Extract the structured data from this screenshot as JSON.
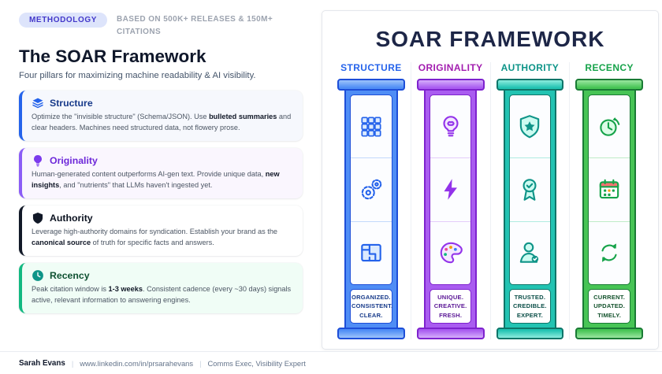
{
  "header": {
    "badge": "METHODOLOGY",
    "note": "BASED ON 500K+ RELEASES & 150M+ CITATIONS",
    "title": "The SOAR Framework",
    "subtitle": "Four pillars for maximizing machine readability & AI visibility."
  },
  "cards": [
    {
      "title": "Structure",
      "icon": "layers-icon",
      "accent": "#2563eb",
      "body_pre": "Optimize the \"invisible structure\" (Schema/JSON). Use ",
      "body_bold": "bulleted summaries",
      "body_post": " and clear headers. Machines need structured data, not flowery prose."
    },
    {
      "title": "Originality",
      "icon": "lightbulb-icon",
      "accent": "#8b5cf6",
      "body_pre": "Human-generated content outperforms AI-gen text. Provide unique data, ",
      "body_bold": "new insights",
      "body_post": ", and \"nutrients\" that LLMs haven't ingested yet."
    },
    {
      "title": "Authority",
      "icon": "shield-icon",
      "accent": "#111827",
      "body_pre": "Leverage high-authority domains for syndication. Establish your brand as the ",
      "body_bold": "canonical source",
      "body_post": " of truth for specific facts and answers."
    },
    {
      "title": "Recency",
      "icon": "clock-icon",
      "accent": "#12b981",
      "body_pre": "Peak citation window is ",
      "body_bold": "1-3 weeks",
      "body_post": ". Consistent cadence (every ~30 days) signals active, relevant information to answering engines."
    }
  ],
  "infographic": {
    "title": "SOAR FRAMEWORK",
    "title_color": "#1d2647",
    "pillars": [
      {
        "name": "STRUCTURE",
        "color": "#2563eb",
        "icons": [
          "grid-icon",
          "gears-icon",
          "blueprint-icon"
        ],
        "caption": [
          "ORGANIZED.",
          "CONSISTENT.",
          "CLEAR."
        ]
      },
      {
        "name": "ORIGINALITY",
        "color": "#a21caf",
        "icons": [
          "idea-bulb-icon",
          "lightning-icon",
          "palette-icon"
        ],
        "caption": [
          "UNIQUE.",
          "CREATIVE.",
          "FRESH."
        ]
      },
      {
        "name": "AUTHORITY",
        "color": "#0d9488",
        "icons": [
          "shield-star-icon",
          "medal-icon",
          "expert-icon"
        ],
        "caption": [
          "TRUSTED.",
          "CREDIBLE.",
          "EXPERT."
        ]
      },
      {
        "name": "RECENCY",
        "color": "#16a34a",
        "icons": [
          "clock-arrow-icon",
          "calendar-icon",
          "refresh-icon"
        ],
        "caption": [
          "CURRENT.",
          "UPDATED.",
          "TIMELY."
        ]
      }
    ]
  },
  "footer": {
    "author": "Sarah Evans",
    "separator": "|",
    "link": "www.linkedin.com/in/prsarahevans",
    "role": "Comms Exec, Visibility Expert"
  }
}
